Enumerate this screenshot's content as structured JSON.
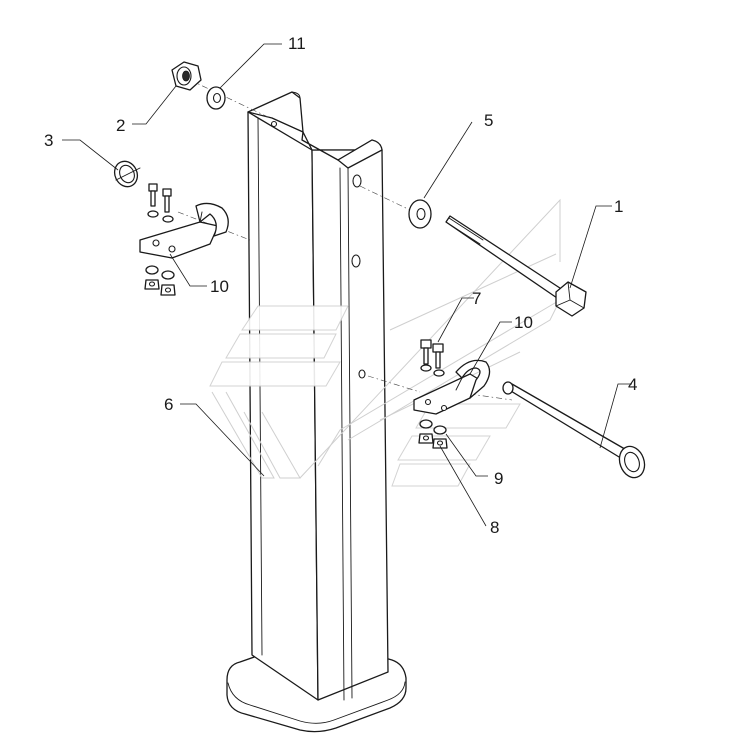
{
  "diagram": {
    "callouts": {
      "c1": "1",
      "c2": "2",
      "c3": "3",
      "c4": "4",
      "c5": "5",
      "c6": "6",
      "c7": "7",
      "c8": "8",
      "c9": "9",
      "c10a": "10",
      "c10b": "10",
      "c11": "11"
    },
    "colors": {
      "line": "#1a1a1a",
      "watermark": "#cfcfcf",
      "background": "#ffffff"
    }
  }
}
